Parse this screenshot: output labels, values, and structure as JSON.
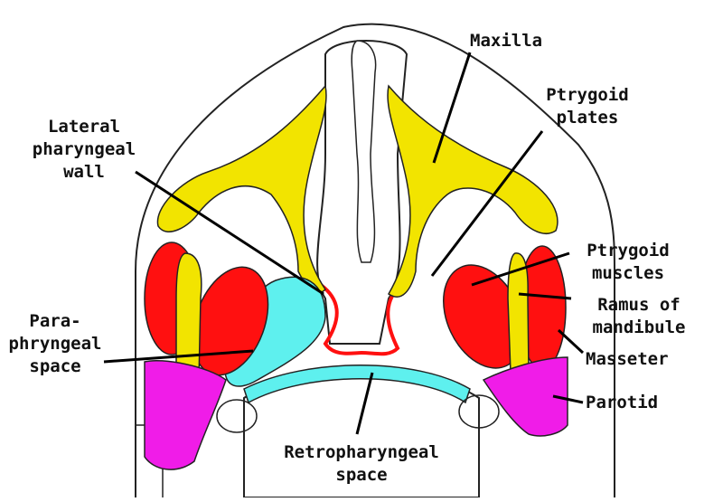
{
  "diagram": {
    "colors": {
      "bone": "#f2e400",
      "muscle": "#ff1010",
      "parapharyngeal": "#5ef0ee",
      "parotid": "#f01ce8",
      "retropharyngeal": "#5ef0ee",
      "pharyngeal_wall": "#ff1010",
      "outline": "#222222",
      "leader": "#000000"
    },
    "labels": {
      "maxilla": "Maxilla",
      "ptrygoid_plates_1": "Ptrygoid",
      "ptrygoid_plates_2": "plates",
      "lateral_wall_1": "Lateral",
      "lateral_wall_2": "pharyngeal",
      "lateral_wall_3": "wall",
      "ptrygoid_muscles_1": "Ptrygoid",
      "ptrygoid_muscles_2": "muscles",
      "ramus_1": "Ramus of",
      "ramus_2": "mandibule",
      "masseter": "Masseter",
      "para_1": "Para-",
      "para_2": "phryngeal",
      "para_3": "space",
      "parotid": "Parotid",
      "retro_1": "Retropharyngeal",
      "retro_2": "space"
    }
  }
}
